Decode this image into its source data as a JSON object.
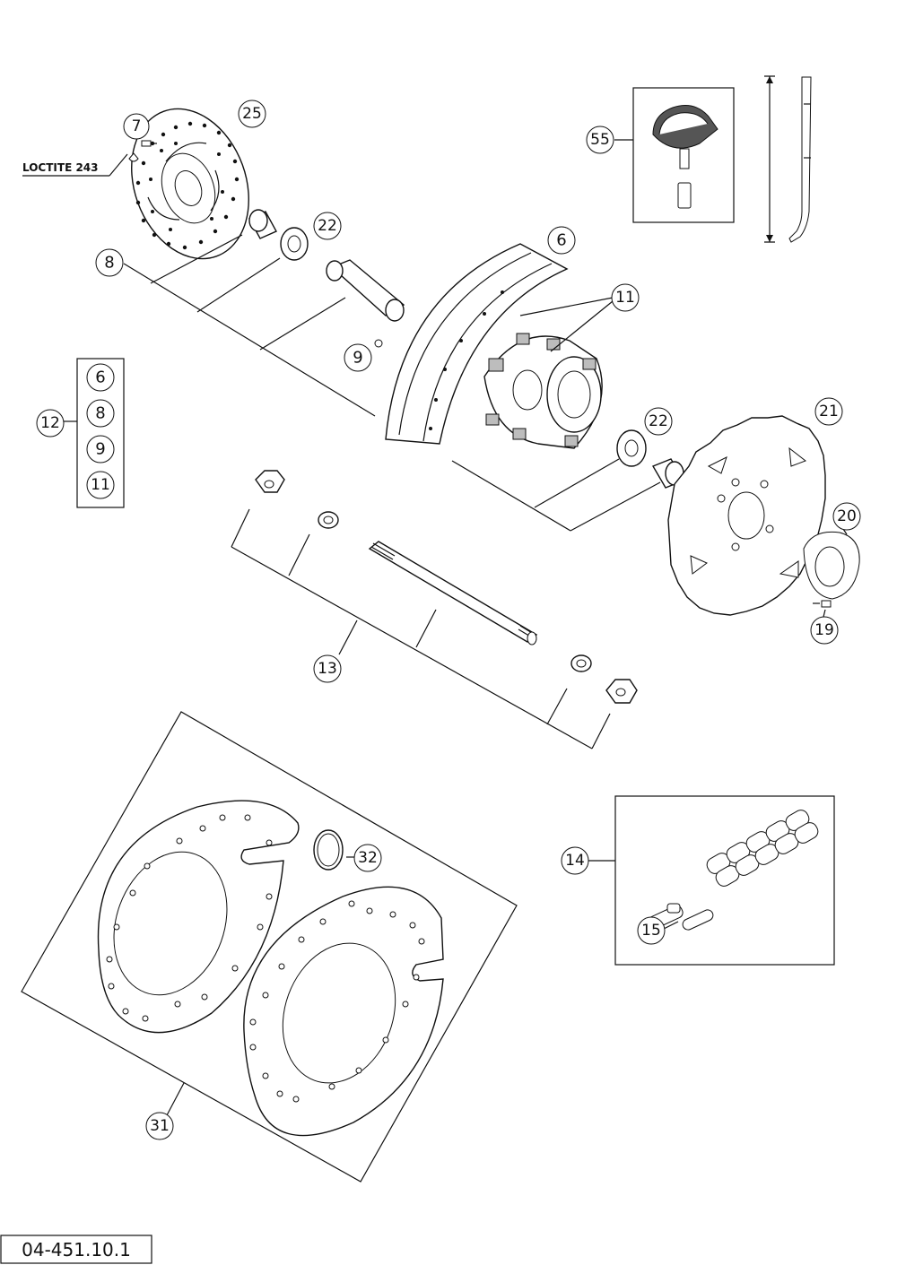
{
  "note_loctite": "LOCTITE 243",
  "document_number": "04-451.10.1",
  "callouts": {
    "c7": "7",
    "c25": "25",
    "c22a": "22",
    "c8": "8",
    "c6": "6",
    "c11": "11",
    "c9": "9",
    "c55": "55",
    "c22b": "22",
    "c21": "21",
    "c20": "20",
    "c19": "19",
    "c13": "13",
    "c14": "14",
    "c15": "15",
    "c32": "32",
    "c31": "31"
  },
  "kit_12": {
    "label": "12",
    "items": [
      "6",
      "8",
      "9",
      "11"
    ]
  }
}
